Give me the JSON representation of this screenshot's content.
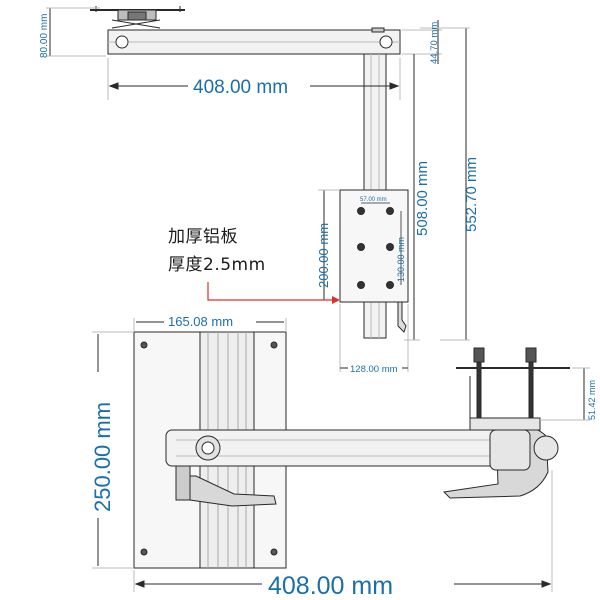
{
  "colors": {
    "dimension_text": "#1b6fa8",
    "dimension_line": "#2a2a2a",
    "callout_arrow": "#e0302a",
    "part_fill": "#e9e9e9",
    "part_dark": "#9a9a9a"
  },
  "top_view": {
    "dim_top_height": "80.00 mm",
    "dim_top_width": "408.00 mm",
    "dim_right_top": "44.70 mm",
    "dim_vertical_plate": "508.00 mm",
    "dim_total_height": "552.70 mm",
    "dim_plate_height": "200.00 mm",
    "dim_hole_spacing_x": "57.00 mm",
    "dim_hole_spacing_y": "130.00 mm",
    "dim_plate_width": "128.00 mm"
  },
  "note": {
    "line1": "加厚铝板",
    "line2": "厚度2.5mm"
  },
  "bottom_view": {
    "dim_base_width": "165.08 mm",
    "dim_base_height": "250.00 mm",
    "dim_clamp": "51.42 mm",
    "dim_total_length": "408.00 mm"
  }
}
